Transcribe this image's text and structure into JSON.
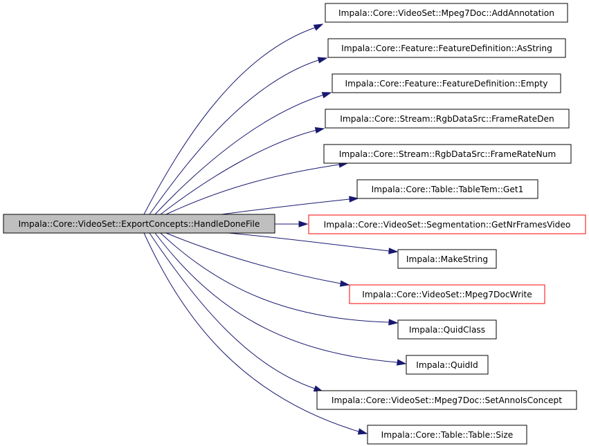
{
  "graph": {
    "root": {
      "label": "Impala::Core::VideoSet::ExportConcepts::HandleDoneFile",
      "fill": "#bfbfbf",
      "border": "#000000"
    },
    "edge_color": "#191970",
    "callees": [
      {
        "label": "Impala::Core::VideoSet::Mpeg7Doc::AddAnnotation",
        "border": "#000000"
      },
      {
        "label": "Impala::Core::Feature::FeatureDefinition::AsString",
        "border": "#000000"
      },
      {
        "label": "Impala::Core::Feature::FeatureDefinition::Empty",
        "border": "#000000"
      },
      {
        "label": "Impala::Core::Stream::RgbDataSrc::FrameRateDen",
        "border": "#000000"
      },
      {
        "label": "Impala::Core::Stream::RgbDataSrc::FrameRateNum",
        "border": "#000000"
      },
      {
        "label": "Impala::Core::Table::TableTem::Get1",
        "border": "#000000"
      },
      {
        "label": "Impala::Core::VideoSet::Segmentation::GetNrFramesVideo",
        "border": "#ff0000"
      },
      {
        "label": "Impala::MakeString",
        "border": "#000000"
      },
      {
        "label": "Impala::Core::VideoSet::Mpeg7DocWrite",
        "border": "#ff0000"
      },
      {
        "label": "Impala::QuidClass",
        "border": "#000000"
      },
      {
        "label": "Impala::QuidId",
        "border": "#000000"
      },
      {
        "label": "Impala::Core::VideoSet::Mpeg7Doc::SetAnnoIsConcept",
        "border": "#000000"
      },
      {
        "label": "Impala::Core::Table::Table::Size",
        "border": "#000000"
      }
    ]
  }
}
